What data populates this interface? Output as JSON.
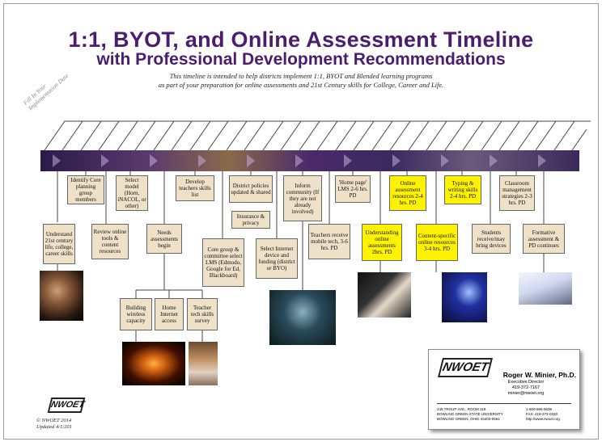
{
  "title": "1:1, BYOT, and Online Assessment Timeline",
  "subtitle": "with Professional Development Recommendations",
  "intro_line1": "This timeline is intended to help districts implement 1:1, BYOT and Blended learning programs",
  "intro_line2": "as part of your preparation for online assessments and 21st Century skills for College, Career and Life.",
  "fill_in_line1": "Fill In Your",
  "fill_in_line2": "Implementation Date",
  "top_boxes": [
    "Identify Core planning group members",
    "Select model (Horn, iNACOL, or other)",
    "Develop teachers skills list",
    "District policies updated & shared",
    "Inform community (If they are not already involved)",
    "'Home page' LMS 2-6 hrs. PD",
    "Online assessment resources 2-4 hrs. PD",
    "Typing & writing skills 2-4 hrs. PD",
    "Classroom management strategies 2-3 hrs. PD"
  ],
  "insurance_box": "Insurance & privacy",
  "bottom_boxes": [
    "Understand 21st century life, college, career skills",
    "Review online tools & content resources",
    "Needs assessments begin",
    "Core group & committee select LMS (Edmodo, Google for Ed, Blackboard)",
    "Select Internet device and funding (district or BYO)",
    "Teachers receive mobile tech, 3-6 hrs. PD",
    "Understanding online assessments 2hrs. PD",
    "Content-specific online resources 3-4 hrs. PD",
    "Students receive/may bring devices",
    "Formative assessment & PD continues"
  ],
  "needs_sub_boxes": [
    "Building wireless capacity",
    "Home Internet access",
    "Teacher tech skills survey"
  ],
  "logo_text": "NWOET",
  "copyright": "© NWOET 2014",
  "updated": "Updated 4/1/201",
  "card": {
    "name": "Roger W. Minier, Ph.D.",
    "role": "Executive Director",
    "phone": "419-372-7167",
    "email": "minier@nwoet.org",
    "addr1": "245 TROUP AVE., ROOM 119",
    "addr2": "BOWLING GREEN STATE UNIVERSITY",
    "addr3": "BOWLING GREEN, OHIO 43403-0561",
    "tel": "1-800-966-9638",
    "fax": "FAX: 419-372-0320",
    "web": "http://www.nwoet.org"
  },
  "colors": {
    "title": "#4a1d6e",
    "box": "#eee1c8",
    "highlight": "#fff200"
  }
}
